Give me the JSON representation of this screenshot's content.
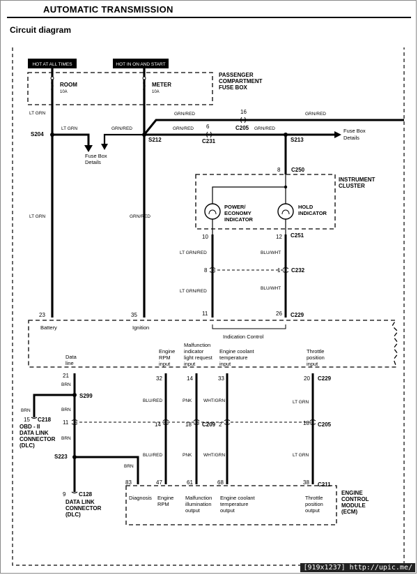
{
  "header": {
    "title": "AUTOMATIC TRANSMISSION",
    "subtitle": "Circuit diagram"
  },
  "power": {
    "hot_all_times": "HOT AT ALL TIMES",
    "hot_on_start": "HOT IN ON AND START",
    "fuse_box_label": [
      "PASSENGER",
      "COMPARTMENT",
      "FUSE BOX"
    ],
    "room_fuse": {
      "name": "ROOM",
      "rating": "10A"
    },
    "meter_fuse": {
      "name": "METER",
      "rating": "10A"
    }
  },
  "wires": {
    "lt_grn": "LT GRN",
    "grn_red": "GRN/RED",
    "lt_grn_red": "LT GRN/RED",
    "blu_wht": "BLU/WHT",
    "brn": "BRN",
    "blu_red": "BLU/RED",
    "pnk": "PNK",
    "wht_grn": "WHT/GRN"
  },
  "splices": {
    "s204": "S204",
    "s212": "S212",
    "s213": "S213",
    "s299": "S299",
    "s223": "S223"
  },
  "connectors": {
    "c205": "C205",
    "c231": "C231",
    "c250": "C250",
    "c251": "C251",
    "c232": "C232",
    "c229": "C229",
    "c209": "C209",
    "c211": "C211",
    "c218": "C218",
    "c128": "C128"
  },
  "pins": {
    "p16": "16",
    "p6": "6",
    "p8": "8",
    "p10": "10",
    "p12": "12",
    "p1": "1",
    "p11": "11",
    "p26": "26",
    "p23": "23",
    "p35": "35",
    "p21": "21",
    "p32": "32",
    "p14": "14",
    "p33": "33",
    "p20": "20",
    "p18": "18",
    "p2": "2",
    "p15": "15",
    "p9": "9",
    "p83": "83",
    "p47": "47",
    "p61": "61",
    "p68": "68",
    "p38": "38"
  },
  "fuse_box_details": [
    "Fuse Box",
    "Details"
  ],
  "instrument_cluster": {
    "title": [
      "INSTRUMENT",
      "CLUSTER"
    ],
    "power_indicator": [
      "POWER/",
      "ECONOMY",
      "INDICATOR"
    ],
    "hold_indicator": [
      "HOLD",
      "INDICATOR"
    ]
  },
  "upper_module": {
    "battery": "Battery",
    "ignition": "Ignition",
    "indication_control": "Indication Control"
  },
  "inputs": {
    "data_line": [
      "Data",
      "line"
    ],
    "engine_rpm": [
      "Engine",
      "RPM",
      "input"
    ],
    "malfunction": [
      "Malfunction",
      "indicator",
      "light request",
      "input"
    ],
    "coolant": [
      "Engine coolant",
      "temperature",
      "input"
    ],
    "throttle": [
      "Throttle",
      "position",
      "input"
    ]
  },
  "dlc": {
    "obd": [
      "OBD - II",
      "DATA LINK",
      "CONNECTOR",
      "(DLC)"
    ],
    "dlc": [
      "DATA LINK",
      "CONNECTOR",
      "(DLC)"
    ]
  },
  "ecm": {
    "diagnosis": "Diagnosis",
    "engine_rpm": [
      "Engine",
      "RPM"
    ],
    "malfunction": [
      "Malfunction",
      "illumination",
      "output"
    ],
    "coolant": [
      "Engine coolant",
      "temperature",
      "output"
    ],
    "throttle": [
      "Throttle",
      "position",
      "output"
    ],
    "title": [
      "ENGINE",
      "CONTROL",
      "MODULE",
      "(ECM)"
    ]
  },
  "watermark": "[919x1237] http://upic.me/"
}
